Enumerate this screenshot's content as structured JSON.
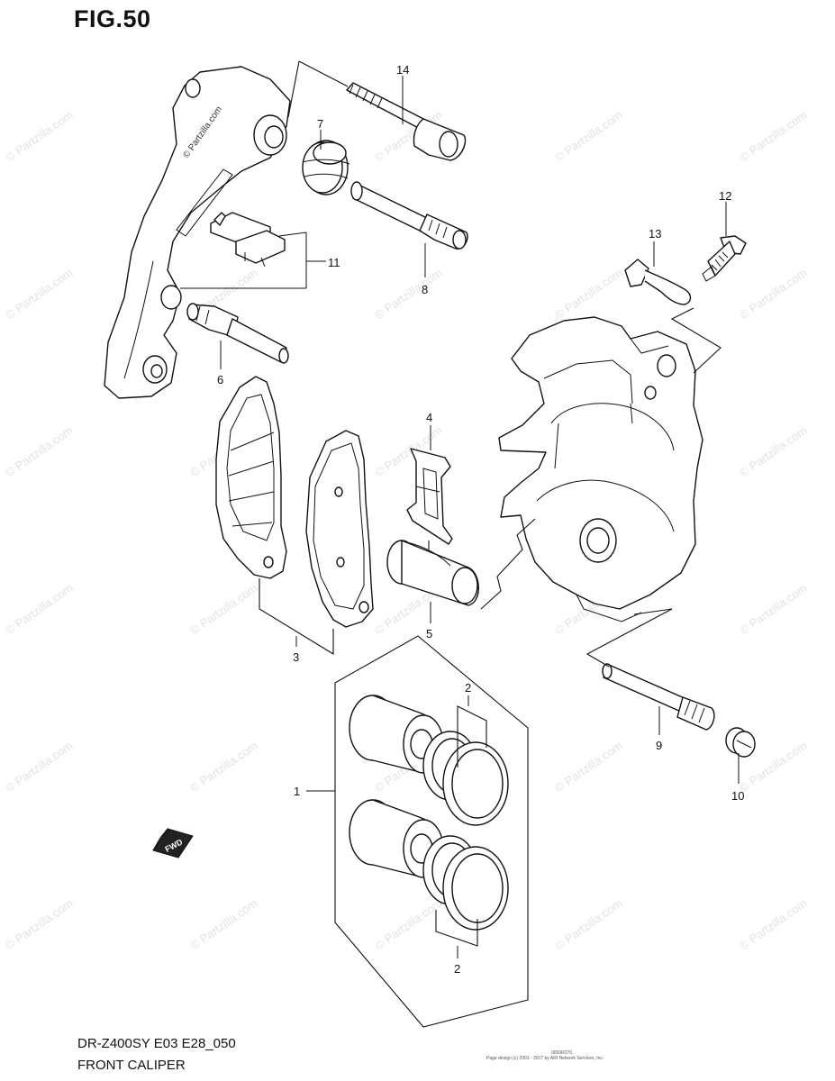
{
  "header": {
    "figure_title": "FIG.50"
  },
  "footer": {
    "model_code": "DR-Z400SY E03 E28_050",
    "assembly_name": "FRONT CALIPER",
    "copyright_code": "0650R270",
    "copyright_text": "Page design (c) 2001 - 2017 by ARI Network Services, Inc."
  },
  "watermark": {
    "text": "© Partzilla.com"
  },
  "callouts": {
    "c1": "1",
    "c2a": "2",
    "c2b": "2",
    "c3": "3",
    "c4": "4",
    "c5": "5",
    "c6": "6",
    "c7": "7",
    "c8": "8",
    "c9": "9",
    "c10": "10",
    "c11": "11",
    "c12": "12",
    "c13": "13",
    "c14": "14"
  },
  "fwd_label": "FWD"
}
